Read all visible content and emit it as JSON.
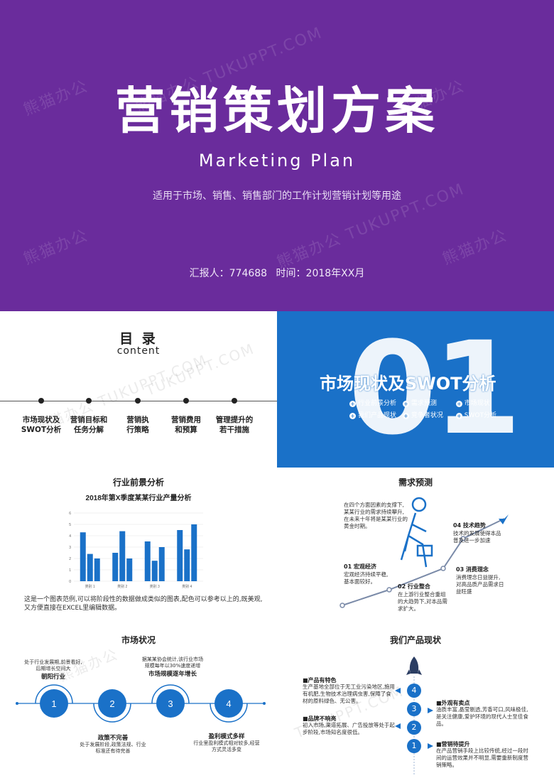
{
  "cover": {
    "title": "营销策划方案",
    "subtitle_en": "Marketing Plan",
    "subtitle": "适用于市场、销售、销售部门的工作计划营销计划等用途",
    "reporter": "汇报人：774688",
    "time": "时间：2018年XX月",
    "watermark_cn": "熊猫办公",
    "watermark_en": "TUKUPPT.COM",
    "bg_color": "#6a2c9c"
  },
  "toc": {
    "title": "目 录",
    "subtitle": "content",
    "items": [
      [
        "市场现状及",
        "SWOT分析"
      ],
      [
        "营销目标和",
        "任务分解"
      ],
      [
        "营销执",
        "行策略"
      ],
      [
        "营销费用",
        "和预算"
      ],
      [
        "管理提升的",
        "若干措施"
      ]
    ]
  },
  "section": {
    "number": "01",
    "title": "市场现状及SWOT分析",
    "tags": [
      "行业前景分析",
      "需求预测",
      "市场现状",
      "我们产品现状",
      "竞争者状况",
      "SWOT分析"
    ],
    "bg_color": "#1a71c8"
  },
  "chart_slide": {
    "heading": "行业前景分析",
    "caption": "这是一个图表范例,可以将阶段性的数据做成类似的图表,配色可以参考以上的,既美观,又方便直接在EXCEL里编辑数据。"
  },
  "chart_data": {
    "type": "bar",
    "title": "2018年第X季度某某行业产量分析",
    "categories": [
      "类别 1",
      "类别 2",
      "类别 3",
      "类别 4"
    ],
    "series": [
      {
        "values": [
          4.3,
          2.5,
          3.5,
          4.5
        ]
      },
      {
        "values": [
          2.4,
          4.4,
          1.8,
          2.8
        ]
      },
      {
        "values": [
          2.0,
          2.0,
          3.0,
          5.0
        ]
      }
    ],
    "ylim": [
      0,
      6
    ],
    "yticks": [
      0,
      1,
      2,
      3,
      4,
      5,
      6
    ],
    "color": "#1a71c8",
    "grid": true
  },
  "demand": {
    "heading": "需求预测",
    "intro": [
      "在四个方面因素的支撑下,",
      "某某行业的需求持续攀升,",
      "在未来十年将是某某行业的",
      "黄金时期。"
    ],
    "items": [
      {
        "label": "01  宏观经济",
        "text": [
          "宏观经济持续平稳,",
          "基本面较好。"
        ]
      },
      {
        "label": "02  行业整合",
        "text": [
          "在上游行业整合重组",
          "的大趋势下,对本品需",
          "求扩大。"
        ]
      },
      {
        "label": "03  消费理念",
        "text": [
          "消费理念日益提升,",
          "对高品质产品需求日",
          "益旺盛"
        ]
      },
      {
        "label": "04  技术趋势",
        "text": [
          "技术的发展使得本品",
          "普及进一步加速"
        ]
      }
    ]
  },
  "market": {
    "heading": "市场状况",
    "steps": [
      "1",
      "2",
      "3",
      "4"
    ],
    "top1_text": [
      "处于行业发展期,前景看好,",
      "后期增长空间大"
    ],
    "top1_label": "朝阳行业",
    "top3_text": [
      "据某某协会统计,该行业市场",
      "规模每年以30%速度递增"
    ],
    "top3_label": "市场规模逐年增长",
    "bot2_label": "政策不完善",
    "bot2_text": [
      "处于发展阶段,政策法规、行业",
      "标准还有待完善"
    ],
    "bot4_label": "盈利模式多样",
    "bot4_text": [
      "行业里盈利模式相对较多,经营",
      "方式灵活多变"
    ]
  },
  "product": {
    "heading": "我们产品现状",
    "steps": [
      "4",
      "3",
      "2",
      "1"
    ],
    "a_label": "■产品有特色",
    "a_text": [
      "生产基地全部位于无工业污染地区,施用",
      "有机肥,生物技术治理病虫害,保障了食",
      "材的原料绿色、无公害。"
    ],
    "b_label": "■外观有卖点",
    "b_text": [
      "油质丰富,晶莹剔透,芳香可口,风味极佳,",
      "是关注健康,爱护环境的现代人士至佳食",
      "品。"
    ],
    "c_label": "■品牌不响亮",
    "c_text": [
      "初入市场,渠道拓展、广告投放等处于起",
      "步阶段,市场知名度很低。"
    ],
    "d_label": "■营销待提升",
    "d_text": [
      "在产品营销手段上比较传统,经过一段时",
      "间的运营效果并不明显,需要重新制度营",
      "销策略。"
    ]
  }
}
